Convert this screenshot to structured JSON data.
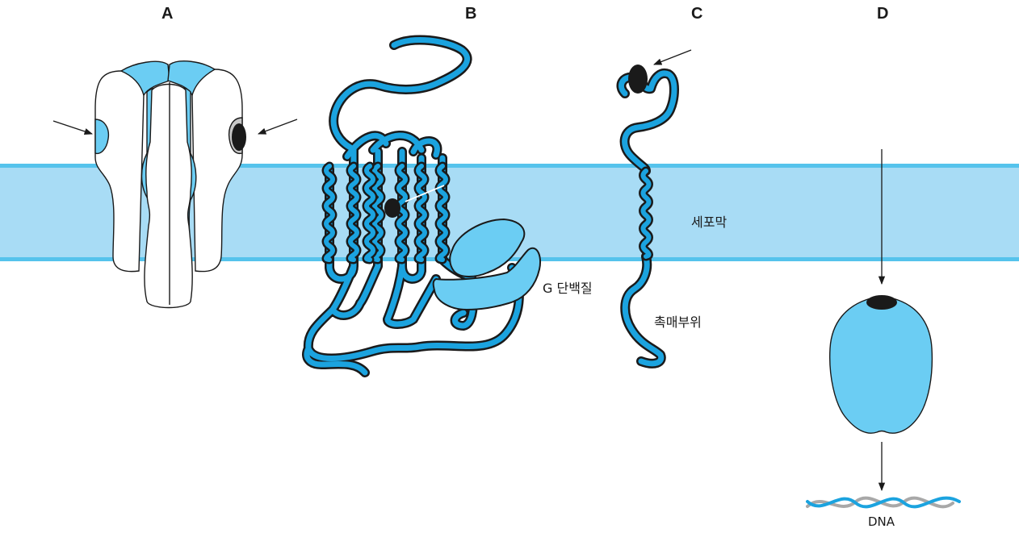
{
  "panels": [
    {
      "id": "A",
      "label": "A"
    },
    {
      "id": "B",
      "label": "B"
    },
    {
      "id": "C",
      "label": "C"
    },
    {
      "id": "D",
      "label": "D"
    }
  ],
  "annotations": {
    "membrane": "세포막",
    "g_protein": "G 단백질",
    "catalytic_site": "촉매부위",
    "dna": "DNA"
  },
  "colors": {
    "membrane_fill": "#a8dcf5",
    "membrane_edge": "#55c3ec",
    "protein_fill": "#6bcdf3",
    "chain": "#1ba3df",
    "outline": "#1a1a1a",
    "ligand": "#1a1a1a",
    "dna_grey": "#a8a8a8"
  }
}
